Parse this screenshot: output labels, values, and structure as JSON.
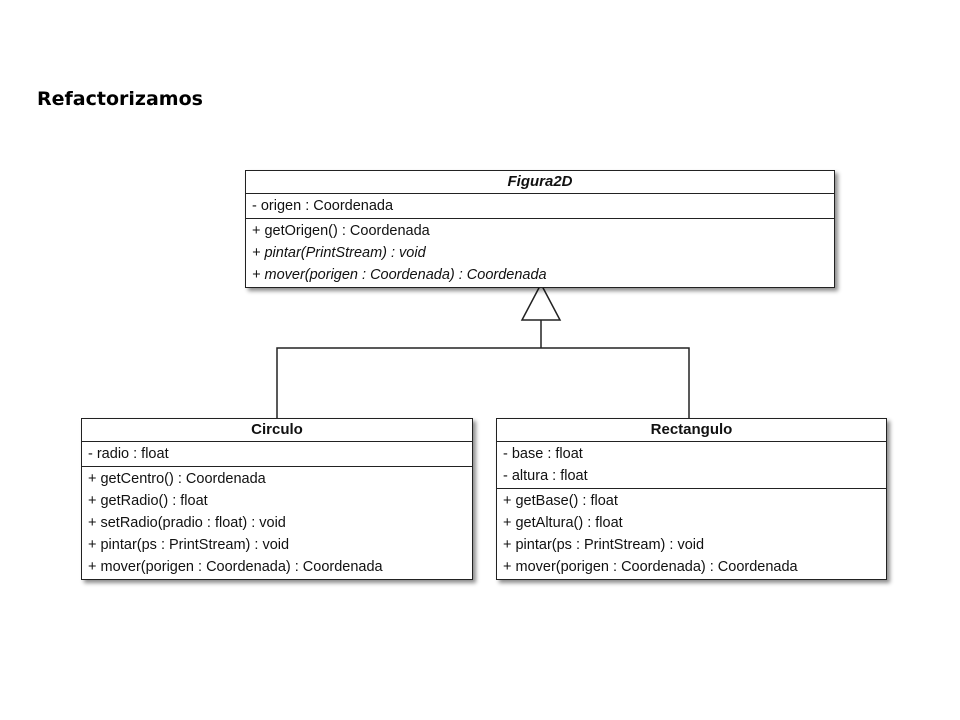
{
  "slide": {
    "title": "Refactorizamos"
  },
  "diagram": {
    "classes": {
      "figura2d": {
        "name": "Figura2D",
        "attributes": [
          "- origen : Coordenada"
        ],
        "methods": [
          "+ getOrigen() : Coordenada",
          "+ pintar(PrintStream) : void",
          "+ mover(porigen : Coordenada) : Coordenada"
        ]
      },
      "circulo": {
        "name": "Circulo",
        "attributes": [
          "- radio : float"
        ],
        "methods": [
          "+ getCentro() : Coordenada",
          "+ getRadio() : float",
          "+ setRadio(pradio : float) : void",
          "+ pintar(ps : PrintStream) : void",
          "+ mover(porigen : Coordenada) : Coordenada"
        ]
      },
      "rectangulo": {
        "name": "Rectangulo",
        "attributes": [
          "- base : float",
          "- altura : float"
        ],
        "methods": [
          "+ getBase() : float",
          "+ getAltura() : float",
          "+ pintar(ps : PrintStream) : void",
          "+ mover(porigen : Coordenada) : Coordenada"
        ]
      }
    },
    "relations": [
      {
        "type": "generalization",
        "from": "Circulo",
        "to": "Figura2D"
      },
      {
        "type": "generalization",
        "from": "Rectangulo",
        "to": "Figura2D"
      }
    ]
  }
}
